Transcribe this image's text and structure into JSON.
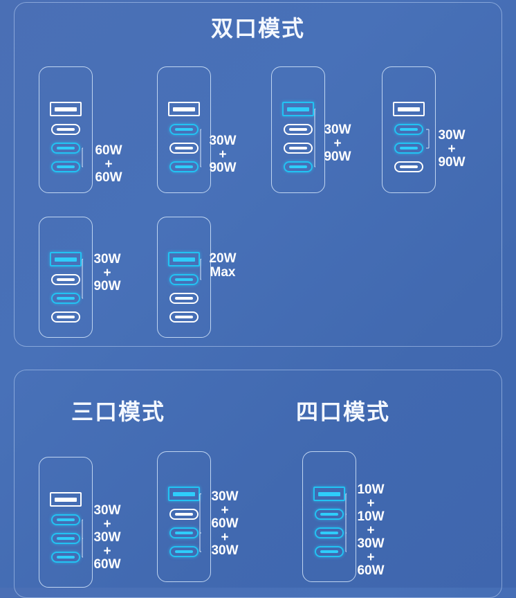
{
  "sections": [
    {
      "id": "dual",
      "title": "双口模式",
      "cards": [
        {
          "id": "dual-1",
          "ports": [
            {
              "type": "usb-a",
              "state": "inactive"
            },
            {
              "type": "usb-c",
              "state": "inactive"
            },
            {
              "type": "usb-c",
              "state": "active"
            },
            {
              "type": "usb-c",
              "state": "active"
            }
          ],
          "label": "60W\n+\n60W",
          "bracket_ports": [
            2,
            3
          ]
        },
        {
          "id": "dual-2",
          "ports": [
            {
              "type": "usb-a",
              "state": "inactive"
            },
            {
              "type": "usb-c",
              "state": "active"
            },
            {
              "type": "usb-c",
              "state": "inactive"
            },
            {
              "type": "usb-c",
              "state": "active"
            }
          ],
          "label": "30W\n+\n90W",
          "bracket_ports": [
            1,
            3
          ]
        },
        {
          "id": "dual-3",
          "ports": [
            {
              "type": "usb-a",
              "state": "active"
            },
            {
              "type": "usb-c",
              "state": "inactive"
            },
            {
              "type": "usb-c",
              "state": "inactive"
            },
            {
              "type": "usb-c",
              "state": "active"
            }
          ],
          "label": "30W\n+\n90W",
          "bracket_ports": [
            0,
            3
          ]
        },
        {
          "id": "dual-4",
          "ports": [
            {
              "type": "usb-a",
              "state": "inactive"
            },
            {
              "type": "usb-c",
              "state": "active"
            },
            {
              "type": "usb-c",
              "state": "active"
            },
            {
              "type": "usb-c",
              "state": "inactive"
            }
          ],
          "label": "30W\n+\n90W",
          "bracket_ports": [
            1,
            2
          ]
        },
        {
          "id": "dual-5",
          "ports": [
            {
              "type": "usb-a",
              "state": "active"
            },
            {
              "type": "usb-c",
              "state": "inactive"
            },
            {
              "type": "usb-c",
              "state": "active"
            },
            {
              "type": "usb-c",
              "state": "inactive"
            }
          ],
          "label": "30W\n+\n90W",
          "bracket_ports": [
            0,
            2
          ]
        },
        {
          "id": "dual-6",
          "ports": [
            {
              "type": "usb-a",
              "state": "active"
            },
            {
              "type": "usb-c",
              "state": "active"
            },
            {
              "type": "usb-c",
              "state": "inactive"
            },
            {
              "type": "usb-c",
              "state": "inactive"
            }
          ],
          "label": "20W\nMax",
          "bracket_ports": [
            0,
            1
          ]
        }
      ]
    },
    {
      "id": "triple",
      "title": "三口模式",
      "cards": [
        {
          "id": "triple-1",
          "ports": [
            {
              "type": "usb-a",
              "state": "inactive"
            },
            {
              "type": "usb-c",
              "state": "active"
            },
            {
              "type": "usb-c",
              "state": "active"
            },
            {
              "type": "usb-c",
              "state": "active"
            }
          ],
          "label": "30W\n+\n30W\n+\n60W",
          "bracket_ports": [
            1,
            2,
            3
          ]
        },
        {
          "id": "triple-2",
          "ports": [
            {
              "type": "usb-a",
              "state": "active"
            },
            {
              "type": "usb-c",
              "state": "inactive"
            },
            {
              "type": "usb-c",
              "state": "active"
            },
            {
              "type": "usb-c",
              "state": "active"
            }
          ],
          "label": "30W\n+\n60W\n+\n30W",
          "bracket_ports": [
            0,
            2,
            3
          ]
        }
      ]
    },
    {
      "id": "quad",
      "title": "四口模式",
      "cards": [
        {
          "id": "quad-1",
          "ports": [
            {
              "type": "usb-a",
              "state": "active"
            },
            {
              "type": "usb-c",
              "state": "active"
            },
            {
              "type": "usb-c",
              "state": "active"
            },
            {
              "type": "usb-c",
              "state": "active"
            }
          ],
          "label": "10W\n+\n10W\n+\n30W\n+\n60W",
          "bracket_ports": [
            0,
            1,
            2,
            3
          ]
        }
      ]
    }
  ],
  "colors": {
    "background_start": "#4a6fb5",
    "background_end": "#3f66ae",
    "active_port": "#22c3f3",
    "inactive_port": "#ffffff",
    "outline": "#d6e7fc",
    "text": "#ffffff"
  }
}
